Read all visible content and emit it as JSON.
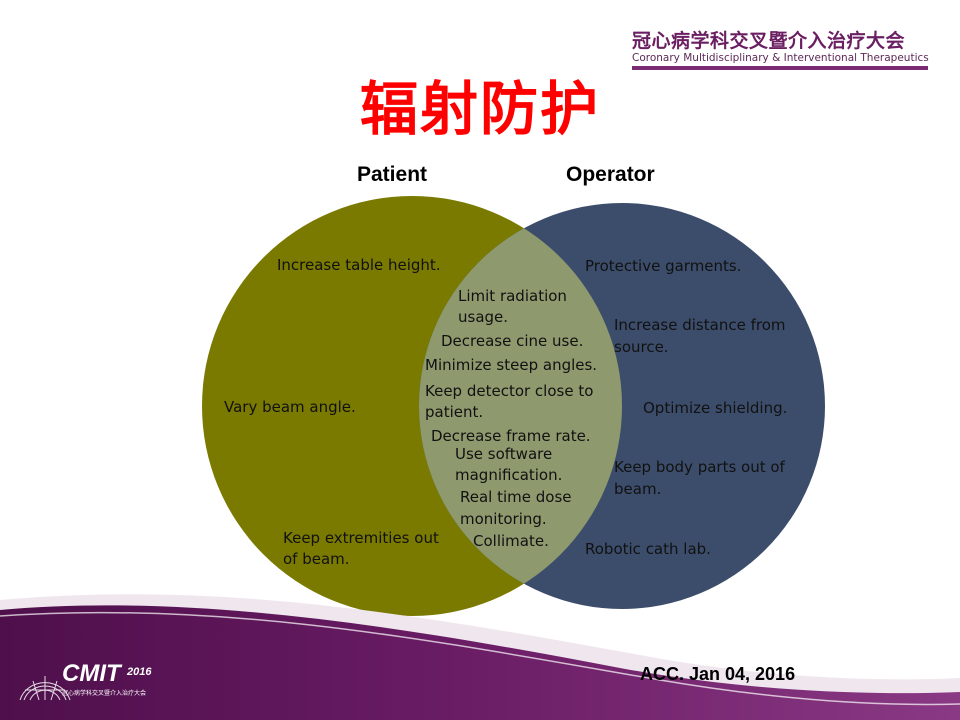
{
  "header": {
    "conference_cn": "冠心病学科交叉暨介入治疗大会",
    "conference_en": "Coronary Multidisciplinary & Interventional Therapeutics"
  },
  "title": "辐射防护",
  "venn": {
    "sets": [
      {
        "label": "Patient",
        "color": "#7a7a00"
      },
      {
        "label": "Operator",
        "color": "#3c4d6b"
      }
    ],
    "intersection_color": "#8e9a6e",
    "patient_only": [
      "Increase table height.",
      "Vary beam angle.",
      "Keep extremities out",
      "of beam."
    ],
    "both": [
      "Limit radiation",
      "usage.",
      "Decrease cine use.",
      "Minimize steep angles.",
      "Keep detector close to",
      "patient.",
      "Decrease frame rate.",
      "Use software",
      "magnification.",
      "Real time dose",
      "monitoring.",
      "Collimate."
    ],
    "operator_only": [
      "Protective garments.",
      "Increase distance from",
      "source.",
      "Optimize shielding.",
      "Keep body parts out of",
      "beam.",
      "Robotic cath lab."
    ]
  },
  "footer": {
    "logo_text": "CMIT",
    "logo_year": "2016",
    "logo_sub": "冠心病学科交叉暨介入治疗大会",
    "source_note": "ACC. Jan 04, 2016"
  },
  "colors": {
    "title": "#ff0000",
    "brand_purple": "#6a1f62",
    "footer_purple": "#5b1457"
  }
}
